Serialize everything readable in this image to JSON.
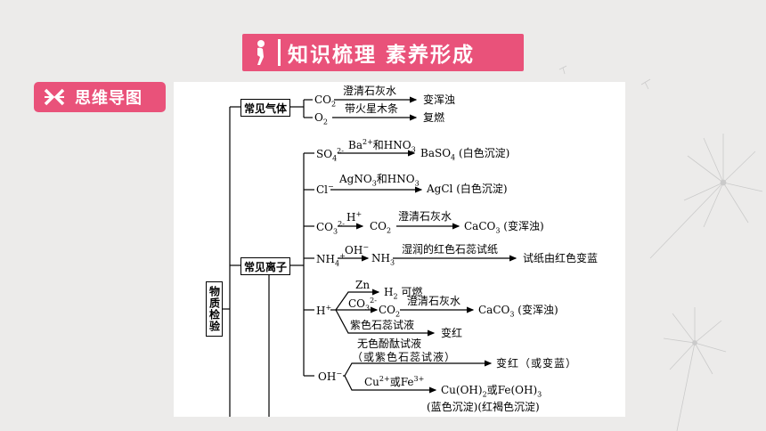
{
  "banner": {
    "title": "知识梳理 素养形成"
  },
  "tag": {
    "label": "思维导图"
  },
  "diagram": {
    "root": "物质检验",
    "gas_box": "常见气体",
    "ion_box": "常见离子",
    "gas": {
      "co2": {
        "reagent": "澄清石灰水",
        "result": "变浑浊"
      },
      "o2": {
        "reagent": "带火星木条",
        "result": "复燃"
      }
    },
    "so4": {
      "result": "(白色沉淀)"
    },
    "cl": {
      "result": "(白色沉淀)"
    },
    "co3": {
      "reagent": "澄清石灰水",
      "result": "(变浑浊)"
    },
    "nh4": {
      "reagent": "湿润的红色石蕊试纸",
      "result": "试纸由红色变蓝"
    },
    "h": {
      "zn_result": "可燃",
      "co3_reagent": "澄清石灰水",
      "co3_result": "(变浑浊)",
      "litmus_reagent": "紫色石蕊试液",
      "litmus_result": "变红"
    },
    "oh": {
      "reagent_line1": "无色酚酞试液",
      "reagent_line2": "（或紫色石蕊试液）",
      "result": "变红（或变蓝）",
      "metal_or": "或",
      "precip_or": "或",
      "precip_labels": "(蓝色沉淀)(红褐色沉淀)"
    }
  }
}
